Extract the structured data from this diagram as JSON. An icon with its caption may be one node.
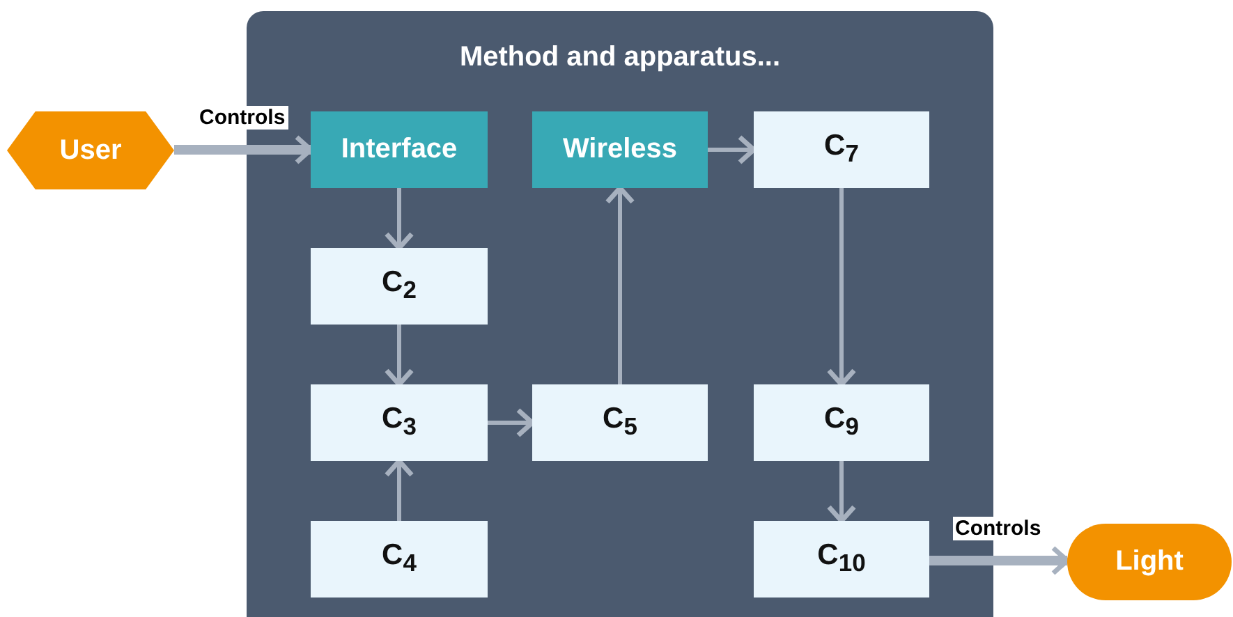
{
  "diagram": {
    "nodes": [
      {
        "text": [
          "Method and apparatus..."
        ]
      },
      {
        "text": [
          "User"
        ]
      },
      {
        "text": [
          "Interface"
        ],
        "in": 0
      },
      {
        "text": [
          "Wireless"
        ],
        "in": 0
      },
      {
        "text": [
          "C$_{7}$"
        ],
        "in": 0
      },
      {
        "text": [
          "C$_{2}$"
        ],
        "in": 0
      },
      {
        "text": [
          "C$_{3}$"
        ],
        "in": 0
      },
      {
        "text": [
          "C$_{5}$"
        ],
        "in": 0
      },
      {
        "text": [
          "C$_{9}$"
        ],
        "in": 0
      },
      {
        "text": [
          "C$_{4}$"
        ],
        "in": 0
      },
      {
        "text": [
          "C$_{10}$"
        ],
        "in": 0
      },
      {
        "text": [
          "Light"
        ]
      }
    ],
    "edges": [
      {
        "from": 1,
        "to": 2,
        "arrow": "to",
        "label": "Controls",
        "style": "thick"
      },
      {
        "from": 2,
        "to": 5,
        "arrow": "to"
      },
      {
        "from": 5,
        "to": 6,
        "arrow": "to"
      },
      {
        "from": 9,
        "to": 6,
        "arrow": "to"
      },
      {
        "from": 6,
        "to": 7,
        "arrow": "to"
      },
      {
        "from": 7,
        "to": 3,
        "arrow": "to"
      },
      {
        "from": 3,
        "to": 4,
        "arrow": "to"
      },
      {
        "from": 4,
        "to": 8,
        "arrow": "to"
      },
      {
        "from": 8,
        "to": 10,
        "arrow": "to"
      },
      {
        "from": 10,
        "to": 11,
        "arrow": "to",
        "label": "Controls",
        "style": "thick"
      }
    ]
  }
}
